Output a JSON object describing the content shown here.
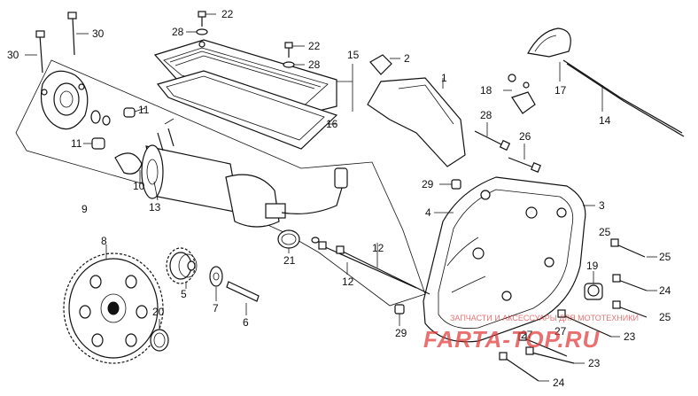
{
  "callouts": [
    {
      "id": "c22a",
      "text": "22"
    },
    {
      "id": "c28a",
      "text": "28"
    },
    {
      "id": "c30a",
      "text": "30"
    },
    {
      "id": "c30b",
      "text": "30"
    },
    {
      "id": "c22b",
      "text": "22"
    },
    {
      "id": "c28b",
      "text": "28"
    },
    {
      "id": "c15",
      "text": "15"
    },
    {
      "id": "c2",
      "text": "2"
    },
    {
      "id": "c18",
      "text": "18"
    },
    {
      "id": "c17",
      "text": "17"
    },
    {
      "id": "c1",
      "text": "1"
    },
    {
      "id": "c11a",
      "text": "11"
    },
    {
      "id": "c11b",
      "text": "11"
    },
    {
      "id": "c16",
      "text": "16"
    },
    {
      "id": "c14",
      "text": "14"
    },
    {
      "id": "c28c",
      "text": "28"
    },
    {
      "id": "c26a",
      "text": "26"
    },
    {
      "id": "c10",
      "text": "10"
    },
    {
      "id": "c13",
      "text": "13"
    },
    {
      "id": "c9",
      "text": "9"
    },
    {
      "id": "c29a",
      "text": "29"
    },
    {
      "id": "c4",
      "text": "4"
    },
    {
      "id": "c3",
      "text": "3"
    },
    {
      "id": "c8",
      "text": "8"
    },
    {
      "id": "c21",
      "text": "21"
    },
    {
      "id": "c12a",
      "text": "12"
    },
    {
      "id": "c12b",
      "text": "12"
    },
    {
      "id": "c25a",
      "text": "25"
    },
    {
      "id": "c25b",
      "text": "25"
    },
    {
      "id": "c19",
      "text": "19"
    },
    {
      "id": "c5",
      "text": "5"
    },
    {
      "id": "c7",
      "text": "7"
    },
    {
      "id": "c6",
      "text": "6"
    },
    {
      "id": "c20",
      "text": "20"
    },
    {
      "id": "c24a",
      "text": "24"
    },
    {
      "id": "c25c",
      "text": "25"
    },
    {
      "id": "c29b",
      "text": "29"
    },
    {
      "id": "c27a",
      "text": "27"
    },
    {
      "id": "c27b",
      "text": "27"
    },
    {
      "id": "c23a",
      "text": "23"
    },
    {
      "id": "c23b",
      "text": "23"
    },
    {
      "id": "c24b",
      "text": "24"
    }
  ],
  "watermark": {
    "logo": "FARTA-TOP.RU",
    "tagline": "ЗАПЧАСТИ И АКСЕССУАРЫ ДЛЯ МОТОТЕХНИКИ"
  }
}
